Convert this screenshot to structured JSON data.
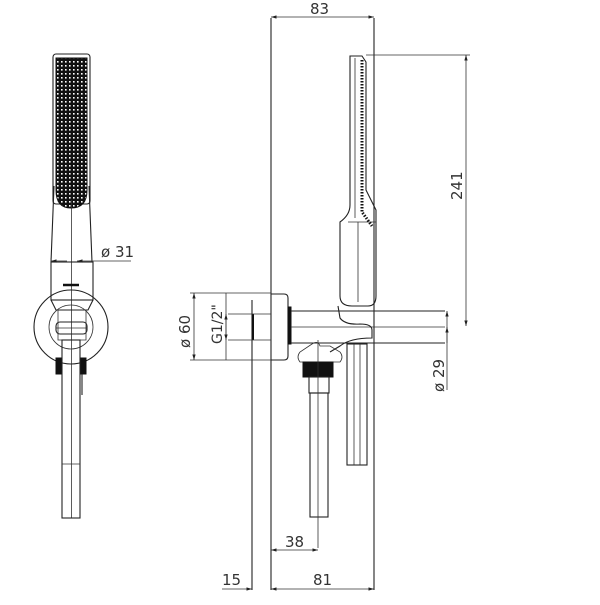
{
  "drawing": {
    "title": "Hand shower with wall outlet elbow and holder - technical dimension drawing",
    "views": [
      "front-view",
      "side-view"
    ],
    "line_color": "#222222",
    "background": "#ffffff"
  },
  "dimensions": {
    "width_top": {
      "label": "83",
      "unit": "mm"
    },
    "height_handshower": {
      "label": "241",
      "unit": "mm"
    },
    "diameter_handle": {
      "label": "ø 31",
      "unit": "mm"
    },
    "diameter_flange": {
      "label": "ø 60",
      "unit": "mm"
    },
    "thread": {
      "label": "G1/2\"",
      "unit": ""
    },
    "diameter_outlet": {
      "label": "ø 29",
      "unit": "mm"
    },
    "offset_hose": {
      "label": "38",
      "unit": "mm"
    },
    "wall_offset": {
      "label": "15",
      "unit": "mm"
    },
    "projection_bottom": {
      "label": "81",
      "unit": "mm"
    }
  }
}
